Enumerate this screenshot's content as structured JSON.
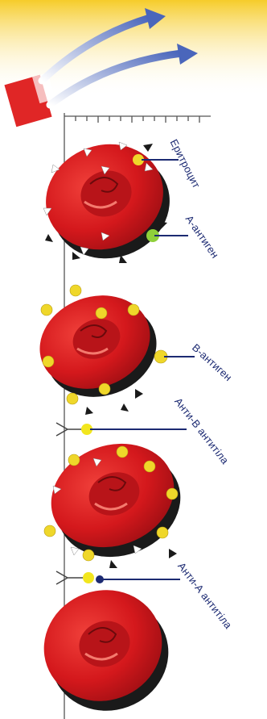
{
  "diagram": {
    "labels": [
      {
        "key": "erythrocyte",
        "text": "Еритроцит"
      },
      {
        "key": "a-antigen",
        "text": "А-антиген"
      },
      {
        "key": "b-antigen",
        "text": "В-антиген"
      },
      {
        "key": "anti-b-antibody",
        "text": "Анти-В антитіла"
      },
      {
        "key": "anti-a-antibody",
        "text": "Анти-А антитіла"
      }
    ],
    "colors": {
      "cell": "#d4181c",
      "cell_dark": "#8e0c10",
      "cell_highlight": "#f46a5e",
      "cell_shadow": "#1a1a1a",
      "a_antigen": "#ffffff",
      "b_antigen": "#efd72a",
      "antibody": "#f2e61e",
      "leader_line": "#1c2a72",
      "arrow": "#5a78c8",
      "source_box": "#e02626",
      "header_gradient_top": "#f6cc2a"
    }
  }
}
